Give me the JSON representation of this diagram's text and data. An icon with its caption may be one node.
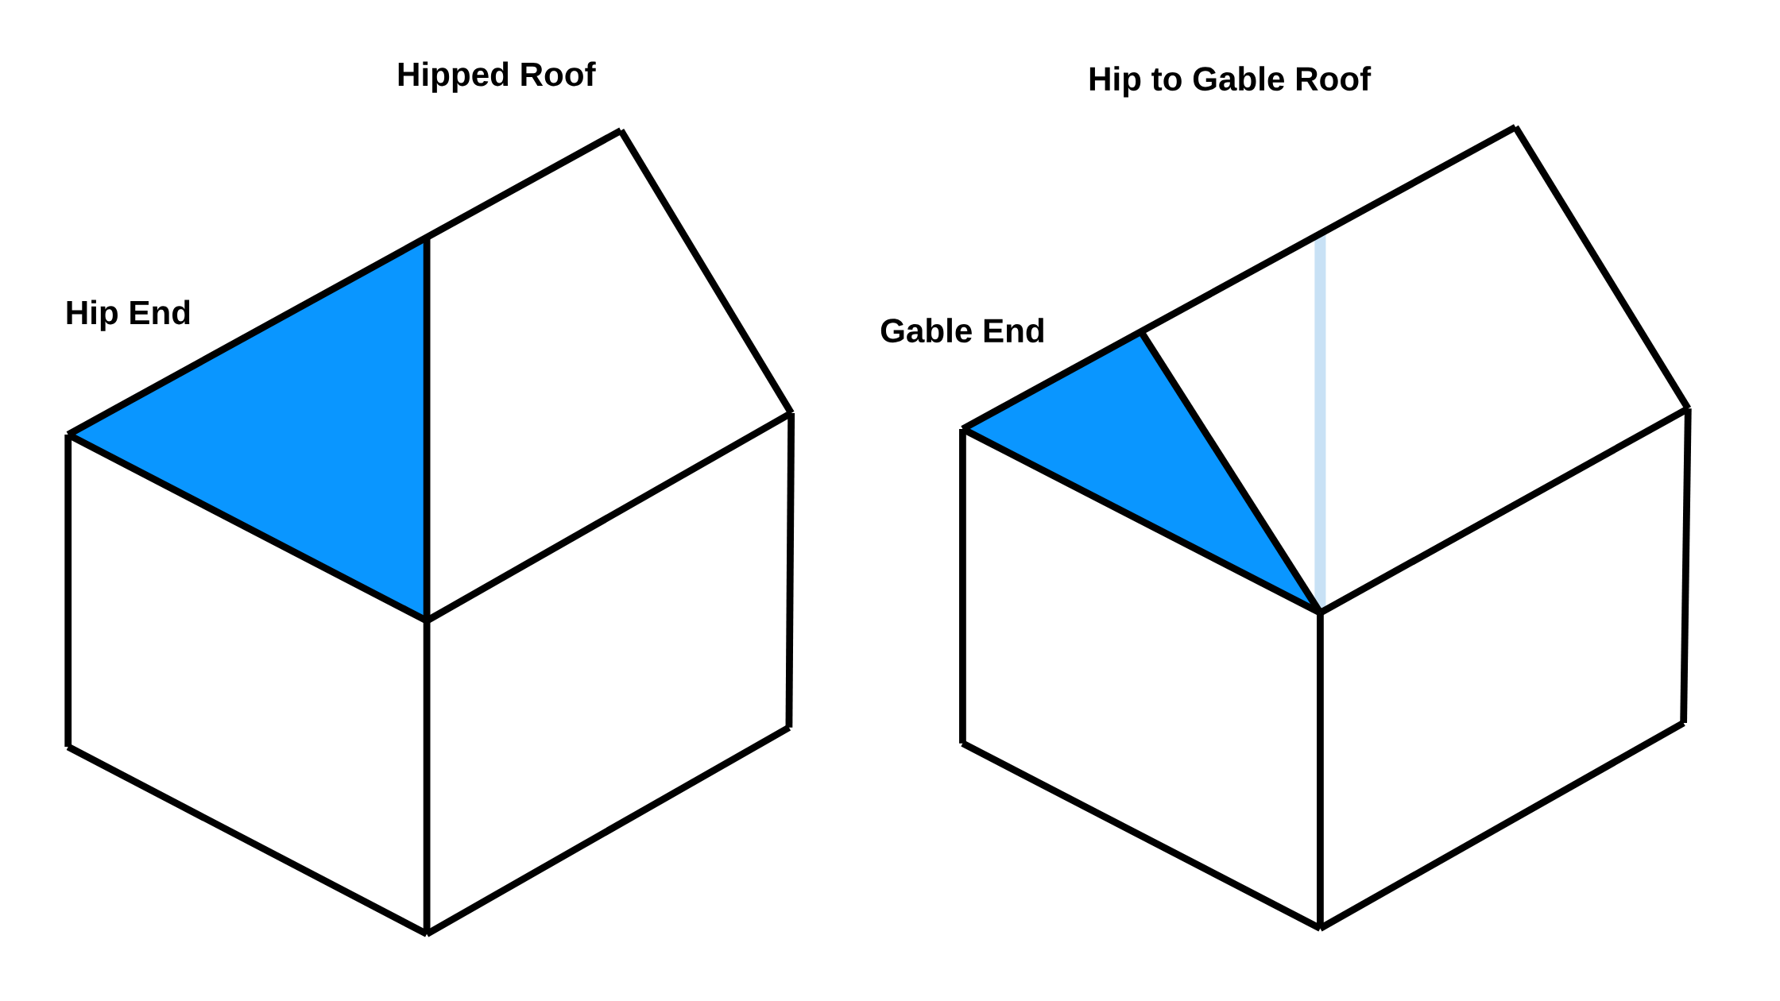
{
  "diagram": {
    "labels": [
      "Hipped Roof",
      "Hip to Gable Roof",
      "Hip End",
      "Gable End"
    ]
  }
}
